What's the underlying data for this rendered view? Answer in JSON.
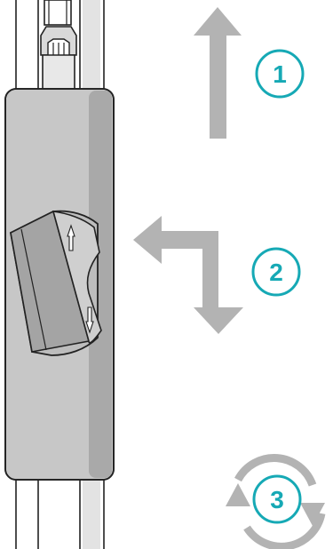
{
  "steps": [
    {
      "number": "1",
      "instruction_icon": "arrow-up-icon"
    },
    {
      "number": "2",
      "instruction_icon": "arrow-left-then-down-icon"
    },
    {
      "number": "3",
      "instruction_icon": "rotate-cycle-icon"
    }
  ],
  "colors": {
    "accent": "#16A9B5",
    "arrow_gray": "#B3B3B3",
    "device_body": "#C7C7C7",
    "device_shadow": "#A9A9A9",
    "outline": "#222222",
    "rail_light": "#E3E3E3",
    "background": "#FFFFFF"
  }
}
